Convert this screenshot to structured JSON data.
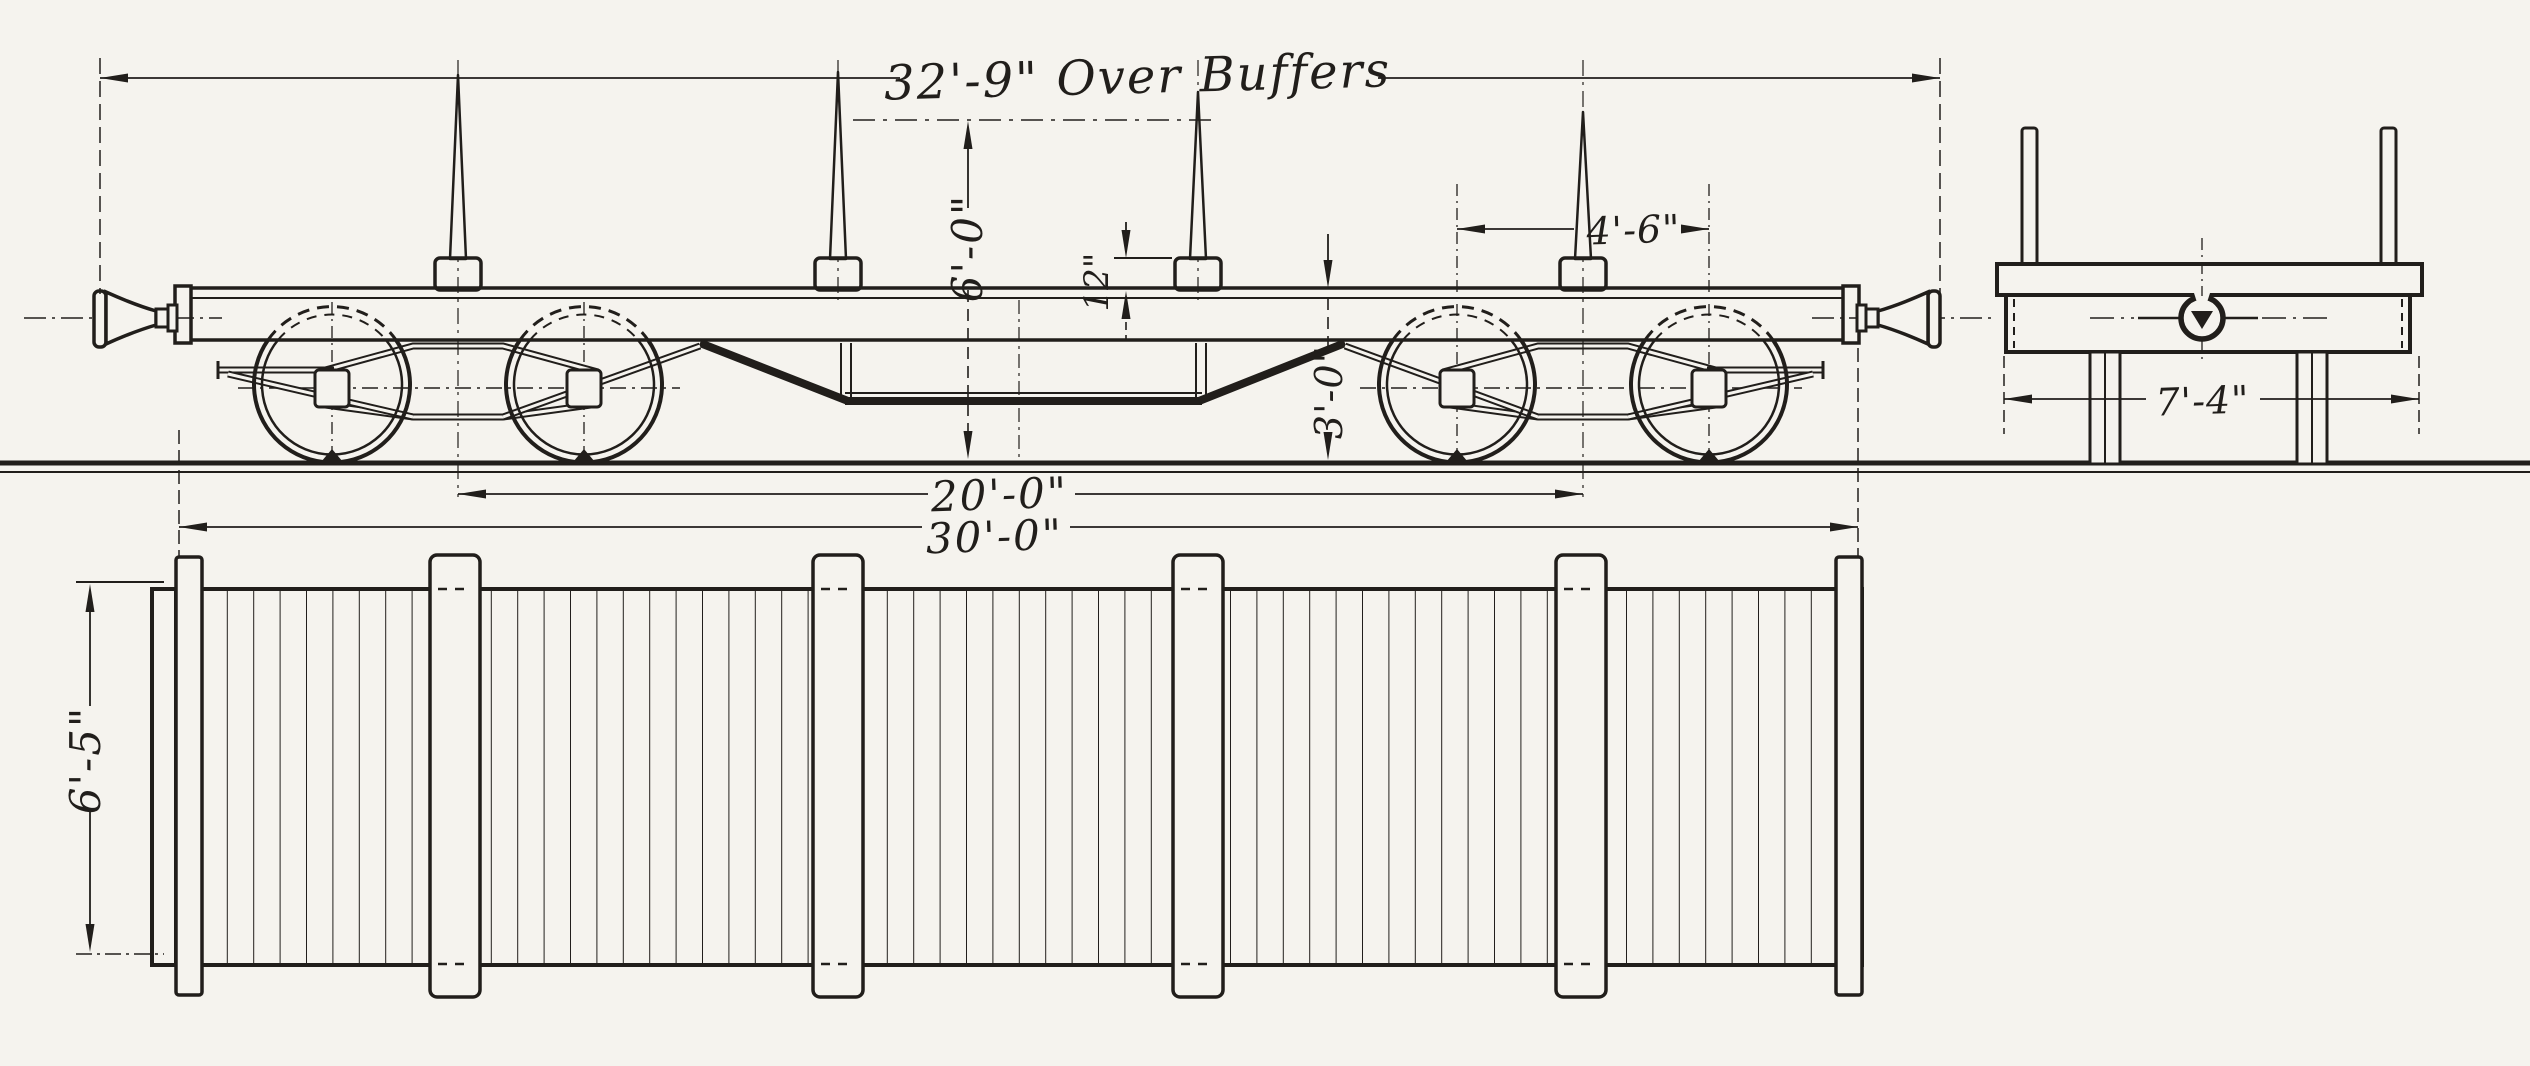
{
  "colors": {
    "paper": "#f5f3ee",
    "ink": "#211e1b"
  },
  "drawing": {
    "side_elevation": {
      "over_buffers": "32'-9\" Over Buffers",
      "stake_height": "6'-0\"",
      "socket_height": "12\"",
      "bogie_wheelbase": "4'-6\"",
      "floor_height": "3'-0\"",
      "bogie_centres": "20'-0\"",
      "body_length": "30'-0\""
    },
    "end_elevation": {
      "width_over_supports": "7'-4\""
    },
    "plan_view": {
      "deck_width": "6'-5\""
    }
  }
}
